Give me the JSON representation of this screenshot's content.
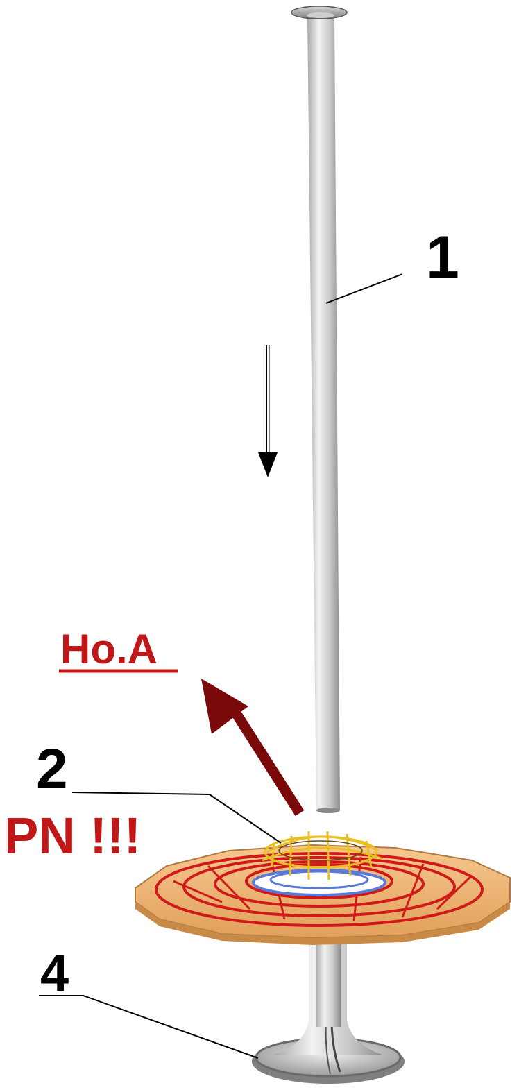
{
  "labels": {
    "part_1": "1",
    "part_2": "2",
    "part_4": "4",
    "ho_a": "Ho.A",
    "pn": "PN !!!"
  },
  "colors": {
    "background": "#ffffff",
    "label_black": "#000000",
    "label_red": "#c01818",
    "arrow_red": "#7a0a0a",
    "rod_light": "#ececec",
    "rod_dark": "#9a9a9a",
    "disc_fill": "#f0b06a",
    "disc_wire_red": "#d01a1a",
    "disc_wire_yellow": "#e8c020",
    "disc_wire_blue": "#5a7ad8"
  }
}
